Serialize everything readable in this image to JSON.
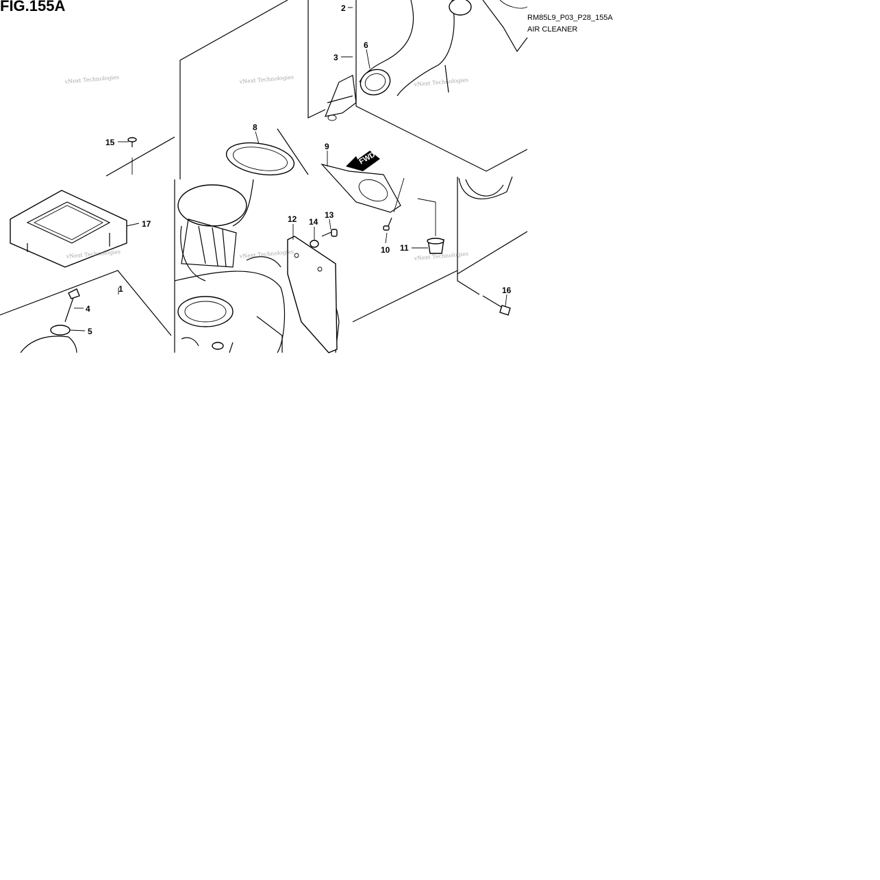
{
  "figure": {
    "title": "FIG.155A",
    "code": "RM85L9_P03_P28_155A",
    "name": "AIR CLEANER",
    "fwd_label": "FWD",
    "watermark": "vNext Technologies"
  },
  "callouts": [
    "1",
    "2",
    "3",
    "4",
    "5",
    "6",
    "8",
    "9",
    "10",
    "11",
    "12",
    "13",
    "14",
    "15",
    "16",
    "17"
  ],
  "colors": {
    "ink": "#000000",
    "watermark": "#8a8a8a",
    "background": "#ffffff"
  }
}
